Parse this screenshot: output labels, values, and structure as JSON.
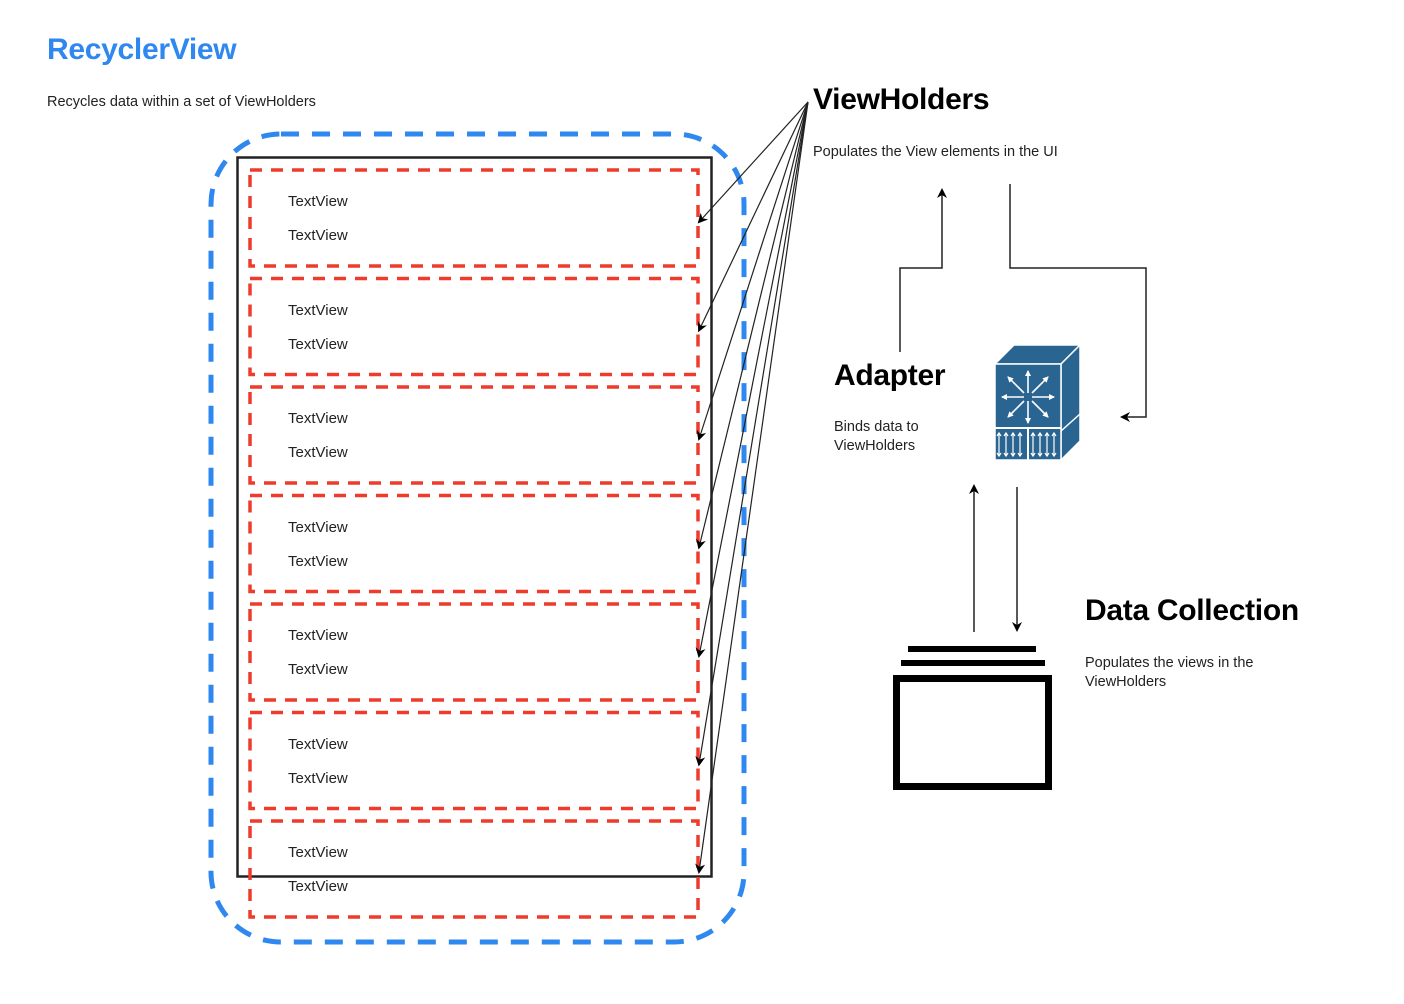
{
  "recycler_view": {
    "title": "RecyclerView",
    "description": "Recycles data within a set of ViewHolders",
    "accent_color": "#2f87f0",
    "items": [
      {
        "lines": [
          "TextView",
          "TextView"
        ]
      },
      {
        "lines": [
          "TextView",
          "TextView"
        ]
      },
      {
        "lines": [
          "TextView",
          "TextView"
        ]
      },
      {
        "lines": [
          "TextView",
          "TextView"
        ]
      },
      {
        "lines": [
          "TextView",
          "TextView"
        ]
      },
      {
        "lines": [
          "TextView",
          "TextView"
        ]
      },
      {
        "lines": [
          "TextView",
          "TextView"
        ]
      }
    ],
    "item_border_color": "#ee3b2b"
  },
  "view_holders": {
    "title": "ViewHolders",
    "description": "Populates the View elements in the UI"
  },
  "adapter": {
    "title": "Adapter",
    "description": "Binds data to ViewHolders",
    "icon": "switch-icon",
    "icon_color": "#2a6592"
  },
  "data_collection": {
    "title": "Data Collection",
    "description": "Populates the views in the ViewHolders",
    "icon": "collection-stack-icon"
  }
}
